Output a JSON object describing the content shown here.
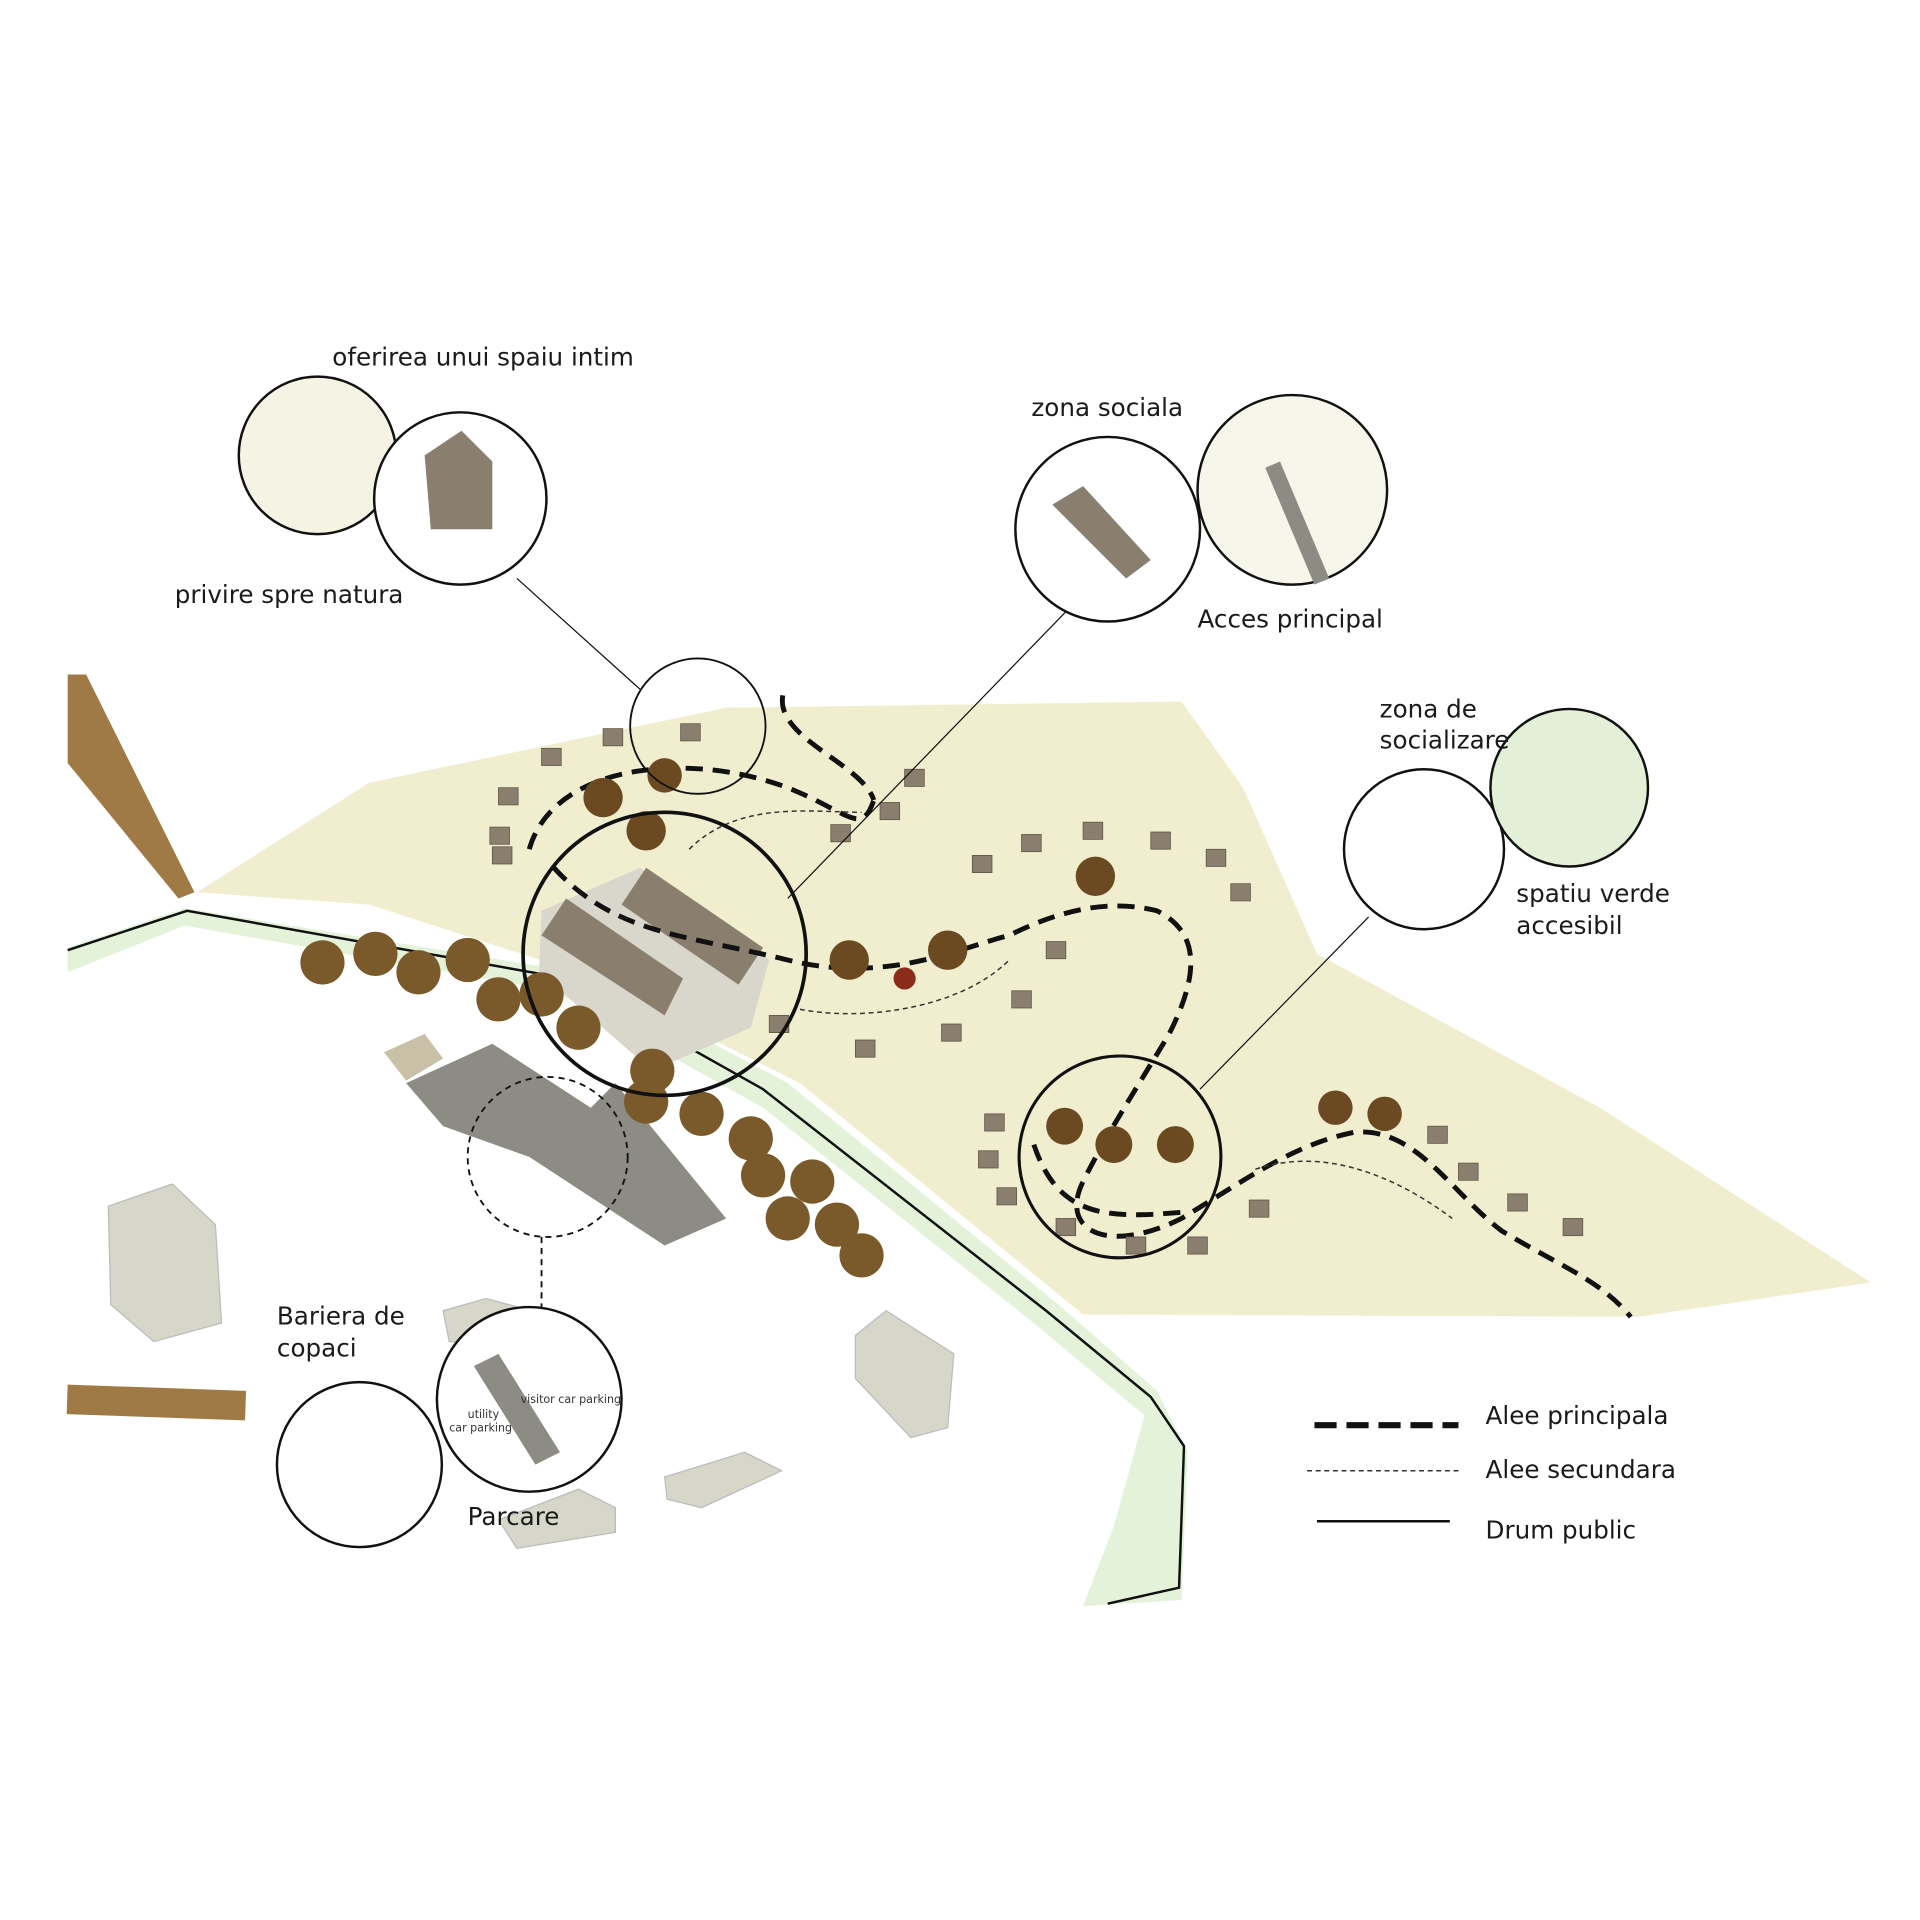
{
  "labels": {
    "intimate_space": "oferirea unui spaiu intim",
    "nature_view": "privire spre natura",
    "social_zone": "zona sociala",
    "main_access": "Acces principal",
    "socializing_zone_1": "zona de",
    "socializing_zone_2": "socializare",
    "green_space_1": "spatiu verde",
    "green_space_2": "accesibil",
    "tree_barrier_1": "Bariera de",
    "tree_barrier_2": "copaci",
    "parking": "Parcare",
    "utility_parking_1": "utility",
    "utility_parking_2": "car parking",
    "visitor_parking": "visitor car parking"
  },
  "legend": {
    "main_alley": "Alee principala",
    "secondary_alley": "Alee secundara",
    "public_road": "Drum public"
  },
  "colors": {
    "land": "#f0eecf",
    "road_strip": "#e3f2d8",
    "tree": "#7a5a2a",
    "cabin": "#8a7f6e",
    "building": "#d6d7c8",
    "parking": "#8c8c84"
  }
}
